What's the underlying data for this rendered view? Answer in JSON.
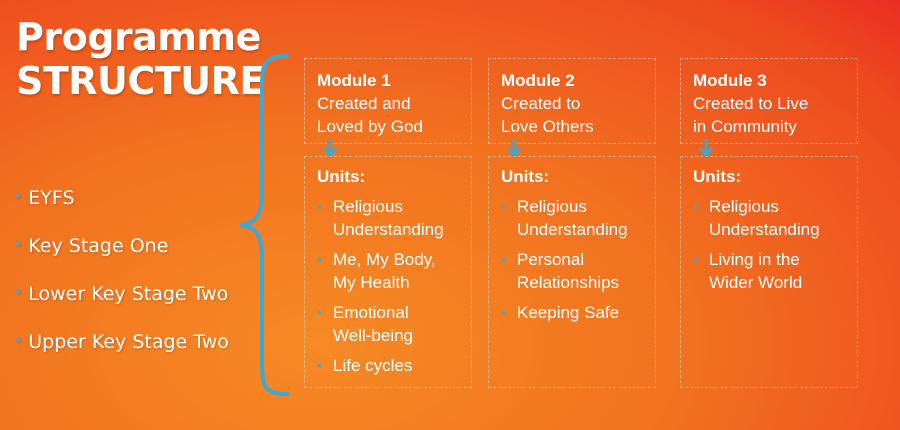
{
  "title": {
    "line1": "Programme",
    "line2": "STRUCTURE"
  },
  "stages": [
    "EYFS",
    "Key Stage One",
    "Lower Key Stage Two",
    "Upper Key Stage Two"
  ],
  "modules": [
    {
      "heading": "Module 1",
      "subtitle_1": "Created and",
      "subtitle_2": "Loved by God",
      "units_label": "Units:",
      "units": [
        {
          "l1": "Religious",
          "l2": "Understanding"
        },
        {
          "l1": "Me, My Body,",
          "l2": "My Health"
        },
        {
          "l1": "Emotional",
          "l2": "Well-being"
        },
        {
          "l1": "Life cycles",
          "l2": ""
        }
      ]
    },
    {
      "heading": "Module 2",
      "subtitle_1": "Created to",
      "subtitle_2": "Love Others",
      "units_label": "Units:",
      "units": [
        {
          "l1": "Religious",
          "l2": "Understanding"
        },
        {
          "l1": "Personal",
          "l2": "Relationships"
        },
        {
          "l1": "Keeping Safe",
          "l2": ""
        }
      ]
    },
    {
      "heading": "Module 3",
      "subtitle_1": "Created to Live",
      "subtitle_2": "in Community",
      "units_label": "Units:",
      "units": [
        {
          "l1": "Religious",
          "l2": "Understanding"
        },
        {
          "l1": "Living in the",
          "l2": "Wider World"
        }
      ]
    }
  ],
  "colors": {
    "accent": "#3aa9d6",
    "background_start": "#f68a24",
    "background_end": "#ea2e22",
    "text": "#ffffff"
  }
}
